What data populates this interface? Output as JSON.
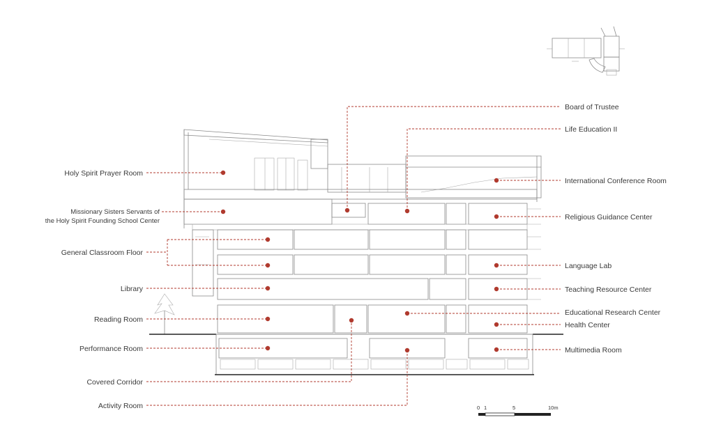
{
  "labels_left": {
    "holy_spirit_prayer_room": "Holy Spirit Prayer Room",
    "missionary_line1": "Missionary Sisters Servants of",
    "missionary_line2": "the Holy Spirit Founding School Center",
    "general_classroom_floor": "General Classroom Floor",
    "library": "Library",
    "reading_room": "Reading Room",
    "performance_room": "Performance Room",
    "covered_corridor": "Covered Corridor",
    "activity_room": "Activity Room"
  },
  "labels_right": {
    "board_of_trustee": "Board of Trustee",
    "life_education_ii": "Life Education II",
    "international_conference_room": "International Conference Room",
    "religious_guidance_center": "Religious Guidance Center",
    "language_lab": "Language Lab",
    "teaching_resource_center": "Teaching Resource Center",
    "educational_research_center": "Educational Research Center",
    "health_center": "Health Center",
    "multimedia_room": "Multimedia Room"
  },
  "scale_bar": {
    "t0": "0",
    "t1": "1",
    "t5": "5",
    "t10": "10m"
  },
  "colors": {
    "leader": "#b03a2e",
    "line": "#8a8a8a",
    "text": "#3a3a3a"
  }
}
